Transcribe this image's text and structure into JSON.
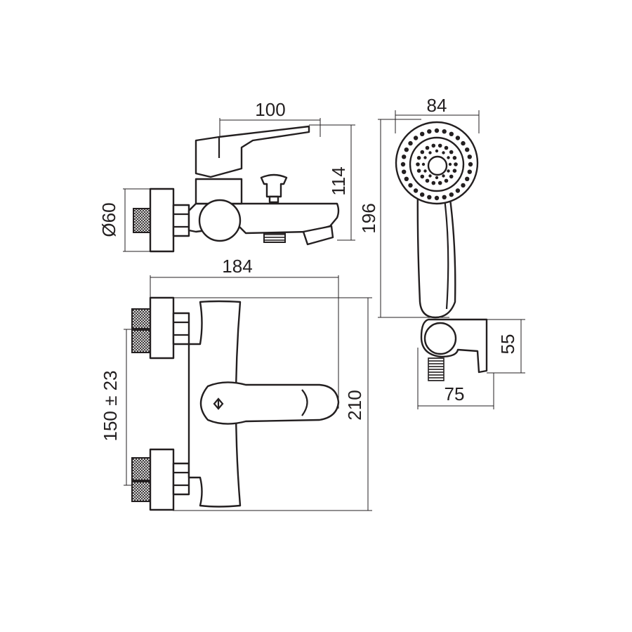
{
  "dimensions": {
    "side_width": "100",
    "side_height": "114",
    "connector_diameter": "Ø60",
    "front_width": "184",
    "front_height": "210",
    "inlet_spacing": "150 ± 23",
    "handshower_width": "84",
    "handshower_length": "196",
    "holder_height": "55",
    "holder_depth": "75"
  }
}
